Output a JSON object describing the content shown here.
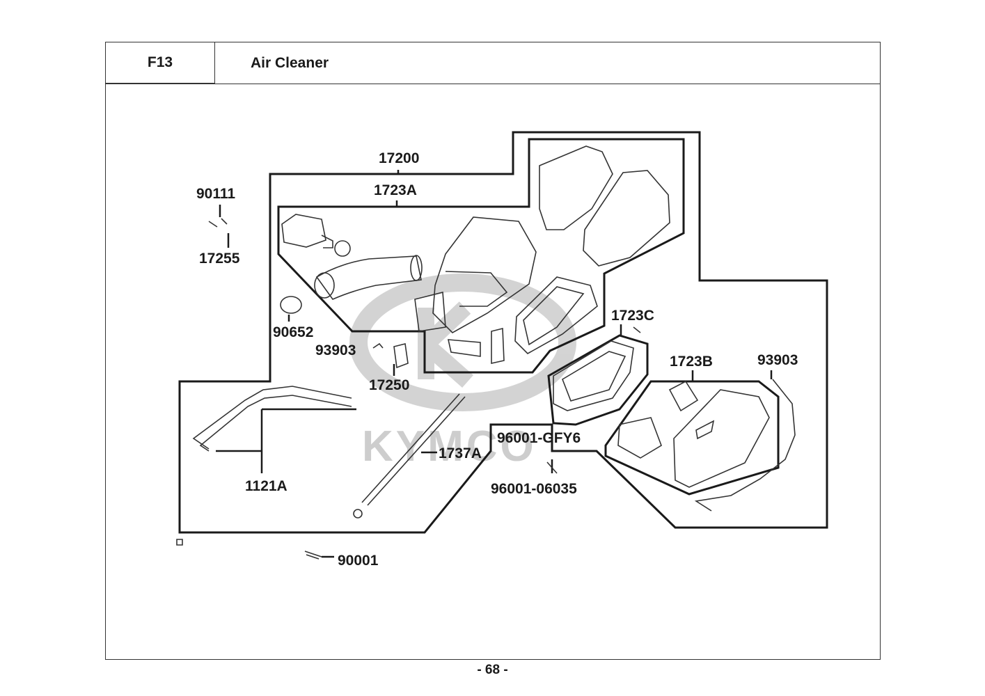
{
  "header": {
    "code": "F13",
    "title": "Air Cleaner"
  },
  "watermark": {
    "text": "KYMCO",
    "color": "#cccccc"
  },
  "parts": {
    "p17200": "17200",
    "p1723A": "1723A",
    "p90111": "90111",
    "p17255": "17255",
    "p90652": "90652",
    "p93903_left": "93903",
    "p17250": "17250",
    "p1723C": "1723C",
    "p1723B": "1723B",
    "p93903_right": "93903",
    "p96001_GFY6": "96001-GFY6",
    "p1737A": "1737A",
    "p1121A": "1121A",
    "p96001_06035": "96001-06035",
    "p90001": "90001"
  },
  "footer": {
    "page": "- 68 -"
  }
}
